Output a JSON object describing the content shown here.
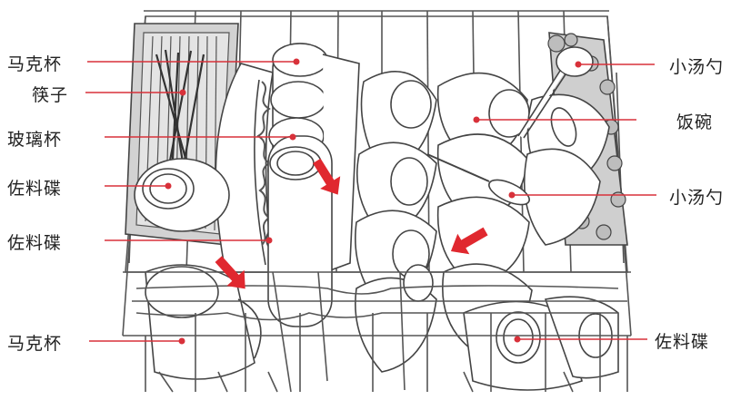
{
  "labels": {
    "left": {
      "mug_top": "马克杯",
      "chopsticks": "筷子",
      "glass": "玻璃杯",
      "side_plate_1": "佐料碟",
      "side_plate_2": "佐料碟",
      "mug_bottom": "马克杯"
    },
    "right": {
      "spoon_top": "小汤勺",
      "rice_bowl": "饭碗",
      "spoon_mid": "小汤勺",
      "side_plate": "佐料碟"
    }
  },
  "colors": {
    "leader_line": "#d8313a",
    "arrow": "#e0282f",
    "rack_line": "#555555",
    "dish_stroke": "#444444",
    "dish_fill": "#ffffff",
    "basket_fill": "#d2d2d2",
    "label_text": "#222222"
  }
}
